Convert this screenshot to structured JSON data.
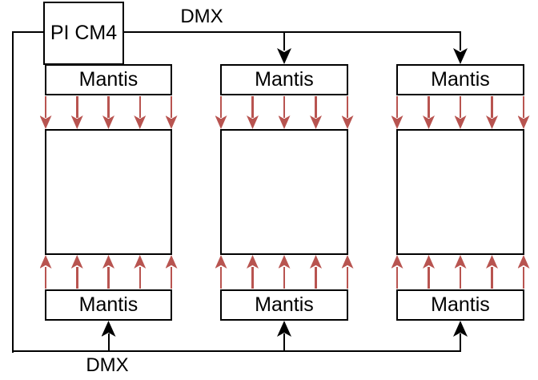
{
  "diagram": {
    "background": "#ffffff",
    "line_color": "#000000",
    "signal_arrow_color": "#b85450",
    "controller": {
      "label": "PI CM4"
    },
    "bus": {
      "top_label": "DMX",
      "bottom_label": "DMX"
    },
    "arrows_per_edge": 5,
    "columns": [
      {
        "top_driver": "Mantis",
        "bottom_driver": "Mantis",
        "top_dmx_arrow": false,
        "bottom_dmx_arrow": true
      },
      {
        "top_driver": "Mantis",
        "bottom_driver": "Mantis",
        "top_dmx_arrow": true,
        "bottom_dmx_arrow": true
      },
      {
        "top_driver": "Mantis",
        "bottom_driver": "Mantis",
        "top_dmx_arrow": true,
        "bottom_dmx_arrow": true
      }
    ]
  }
}
